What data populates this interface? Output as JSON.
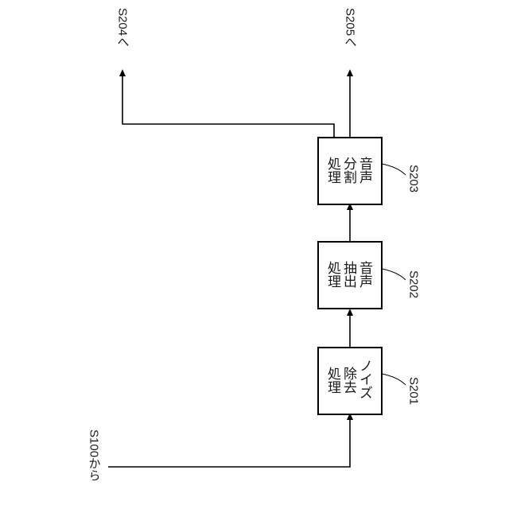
{
  "diagram": {
    "input_label": "S100から",
    "outputs": {
      "s204": "S204へ",
      "s205": "S205へ"
    },
    "steps": [
      {
        "id": "S201",
        "lines": [
          "ノイズ",
          "除去",
          "処理"
        ]
      },
      {
        "id": "S202",
        "lines": [
          "音声",
          "抽出",
          "処理"
        ]
      },
      {
        "id": "S203",
        "lines": [
          "音声",
          "分割",
          "処理"
        ]
      }
    ],
    "colors": {
      "line": "#000000",
      "text": "#1a1a1a",
      "background": "#ffffff"
    }
  }
}
